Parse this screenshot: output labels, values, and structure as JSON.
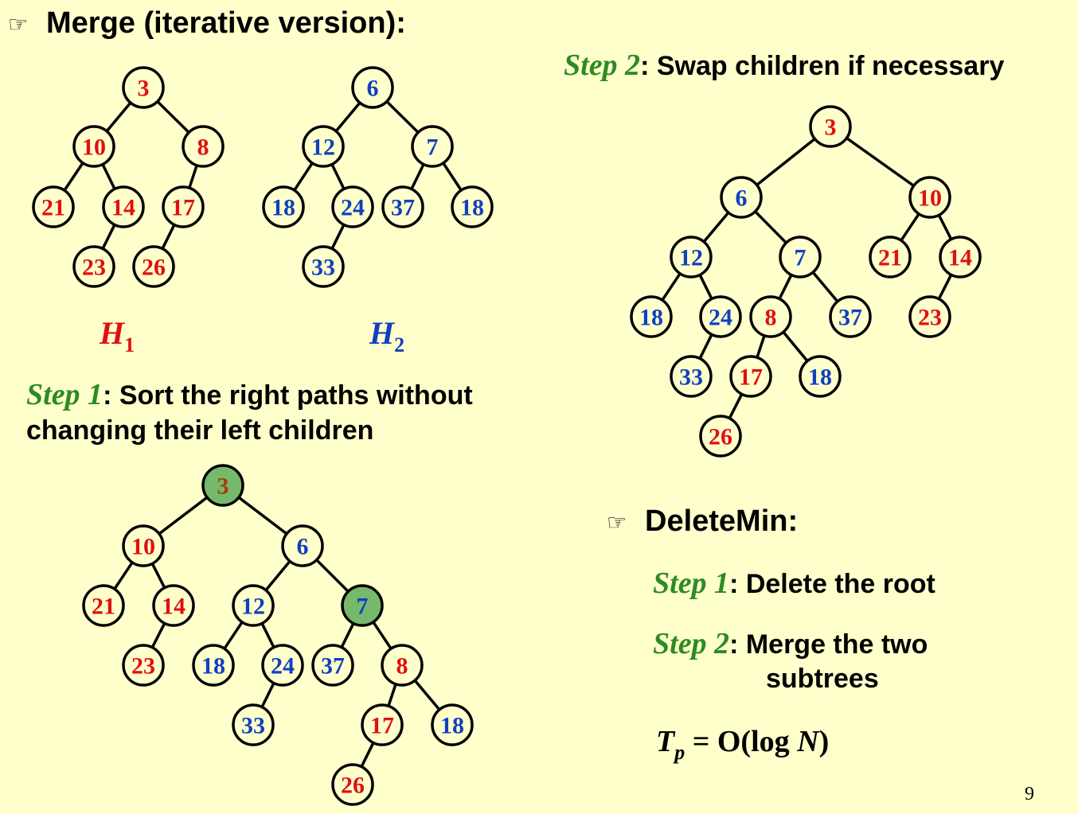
{
  "colors": {
    "h1": "#E01010",
    "h2": "#1040C0",
    "highlight_fill": "#77B96A",
    "highlight_text": "#A04010",
    "step": "#2E8B22",
    "background": "#FFFFCC"
  },
  "bullet_icon": "pointing-hand-icon",
  "merge_heading": "Merge (iterative version):",
  "h1_label": {
    "main": "H",
    "sub": "1"
  },
  "h2_label": {
    "main": "H",
    "sub": "2"
  },
  "step1": {
    "label": "Step 1",
    "text_line1": ": Sort the right paths without",
    "text_line2": "changing their left children"
  },
  "step2": {
    "label": "Step 2",
    "text": ": Swap children if necessary"
  },
  "deletemin": {
    "heading": "DeleteMin:",
    "step1_label": "Step 1",
    "step1_text": ": Delete the root",
    "step2_label": "Step 2",
    "step2_text": ": Merge the two",
    "step2_text2": "subtrees"
  },
  "formula": {
    "T": "T",
    "sub": "p",
    "eq": " = O(log ",
    "N": "N",
    "close": ")"
  },
  "page_number": "9",
  "trees": [
    {
      "id": "h1",
      "nodes": [
        {
          "id": "a3",
          "v": "3",
          "g": "h1"
        },
        {
          "id": "a10",
          "v": "10",
          "g": "h1"
        },
        {
          "id": "a8",
          "v": "8",
          "g": "h1"
        },
        {
          "id": "a21",
          "v": "21",
          "g": "h1"
        },
        {
          "id": "a14",
          "v": "14",
          "g": "h1"
        },
        {
          "id": "a17",
          "v": "17",
          "g": "h1"
        },
        {
          "id": "a23",
          "v": "23",
          "g": "h1"
        },
        {
          "id": "a26",
          "v": "26",
          "g": "h1"
        }
      ],
      "edges": [
        [
          "a3",
          "a10"
        ],
        [
          "a3",
          "a8"
        ],
        [
          "a10",
          "a21"
        ],
        [
          "a10",
          "a14"
        ],
        [
          "a8",
          "a17"
        ],
        [
          "a14",
          "a23"
        ],
        [
          "a17",
          "a26"
        ]
      ]
    },
    {
      "id": "h2",
      "nodes": [
        {
          "id": "b6",
          "v": "6",
          "g": "h2"
        },
        {
          "id": "b12",
          "v": "12",
          "g": "h2"
        },
        {
          "id": "b7",
          "v": "7",
          "g": "h2"
        },
        {
          "id": "b18a",
          "v": "18",
          "g": "h2"
        },
        {
          "id": "b24",
          "v": "24",
          "g": "h2"
        },
        {
          "id": "b37",
          "v": "37",
          "g": "h2"
        },
        {
          "id": "b18b",
          "v": "18",
          "g": "h2"
        },
        {
          "id": "b33",
          "v": "33",
          "g": "h2"
        }
      ],
      "edges": [
        [
          "b6",
          "b12"
        ],
        [
          "b6",
          "b7"
        ],
        [
          "b12",
          "b18a"
        ],
        [
          "b12",
          "b24"
        ],
        [
          "b7",
          "b37"
        ],
        [
          "b7",
          "b18b"
        ],
        [
          "b24",
          "b33"
        ]
      ]
    },
    {
      "id": "step1",
      "nodes": [
        {
          "id": "c3",
          "v": "3",
          "g": "hl"
        },
        {
          "id": "c10",
          "v": "10",
          "g": "h1"
        },
        {
          "id": "c6",
          "v": "6",
          "g": "h2"
        },
        {
          "id": "c21",
          "v": "21",
          "g": "h1"
        },
        {
          "id": "c14",
          "v": "14",
          "g": "h1"
        },
        {
          "id": "c12",
          "v": "12",
          "g": "h2"
        },
        {
          "id": "c7",
          "v": "7",
          "g": "hl2"
        },
        {
          "id": "c23",
          "v": "23",
          "g": "h1"
        },
        {
          "id": "c18a",
          "v": "18",
          "g": "h2"
        },
        {
          "id": "c24",
          "v": "24",
          "g": "h2"
        },
        {
          "id": "c37",
          "v": "37",
          "g": "h2"
        },
        {
          "id": "c8",
          "v": "8",
          "g": "h1"
        },
        {
          "id": "c33",
          "v": "33",
          "g": "h2"
        },
        {
          "id": "c17",
          "v": "17",
          "g": "h1"
        },
        {
          "id": "c18b",
          "v": "18",
          "g": "h2"
        },
        {
          "id": "c26",
          "v": "26",
          "g": "h1"
        }
      ],
      "edges": [
        [
          "c3",
          "c10"
        ],
        [
          "c3",
          "c6"
        ],
        [
          "c10",
          "c21"
        ],
        [
          "c10",
          "c14"
        ],
        [
          "c6",
          "c12"
        ],
        [
          "c6",
          "c7"
        ],
        [
          "c14",
          "c23"
        ],
        [
          "c12",
          "c18a"
        ],
        [
          "c12",
          "c24"
        ],
        [
          "c7",
          "c37"
        ],
        [
          "c7",
          "c8"
        ],
        [
          "c24",
          "c33"
        ],
        [
          "c8",
          "c17"
        ],
        [
          "c8",
          "c18b"
        ],
        [
          "c17",
          "c26"
        ]
      ]
    },
    {
      "id": "step2",
      "nodes": [
        {
          "id": "d3",
          "v": "3",
          "g": "h1"
        },
        {
          "id": "d6",
          "v": "6",
          "g": "h2"
        },
        {
          "id": "d10",
          "v": "10",
          "g": "h1"
        },
        {
          "id": "d12",
          "v": "12",
          "g": "h2"
        },
        {
          "id": "d7",
          "v": "7",
          "g": "h2"
        },
        {
          "id": "d21",
          "v": "21",
          "g": "h1"
        },
        {
          "id": "d14",
          "v": "14",
          "g": "h1"
        },
        {
          "id": "d18a",
          "v": "18",
          "g": "h2"
        },
        {
          "id": "d24",
          "v": "24",
          "g": "h2"
        },
        {
          "id": "d8",
          "v": "8",
          "g": "h1"
        },
        {
          "id": "d37",
          "v": "37",
          "g": "h2"
        },
        {
          "id": "d23",
          "v": "23",
          "g": "h1"
        },
        {
          "id": "d33",
          "v": "33",
          "g": "h2"
        },
        {
          "id": "d17",
          "v": "17",
          "g": "h1"
        },
        {
          "id": "d18b",
          "v": "18",
          "g": "h2"
        },
        {
          "id": "d26",
          "v": "26",
          "g": "h1"
        }
      ],
      "edges": [
        [
          "d3",
          "d6"
        ],
        [
          "d3",
          "d10"
        ],
        [
          "d6",
          "d12"
        ],
        [
          "d6",
          "d7"
        ],
        [
          "d10",
          "d21"
        ],
        [
          "d10",
          "d14"
        ],
        [
          "d12",
          "d18a"
        ],
        [
          "d12",
          "d24"
        ],
        [
          "d7",
          "d8"
        ],
        [
          "d7",
          "d37"
        ],
        [
          "d14",
          "d23"
        ],
        [
          "d24",
          "d33"
        ],
        [
          "d8",
          "d17"
        ],
        [
          "d8",
          "d18b"
        ],
        [
          "d17",
          "d26"
        ]
      ]
    }
  ]
}
